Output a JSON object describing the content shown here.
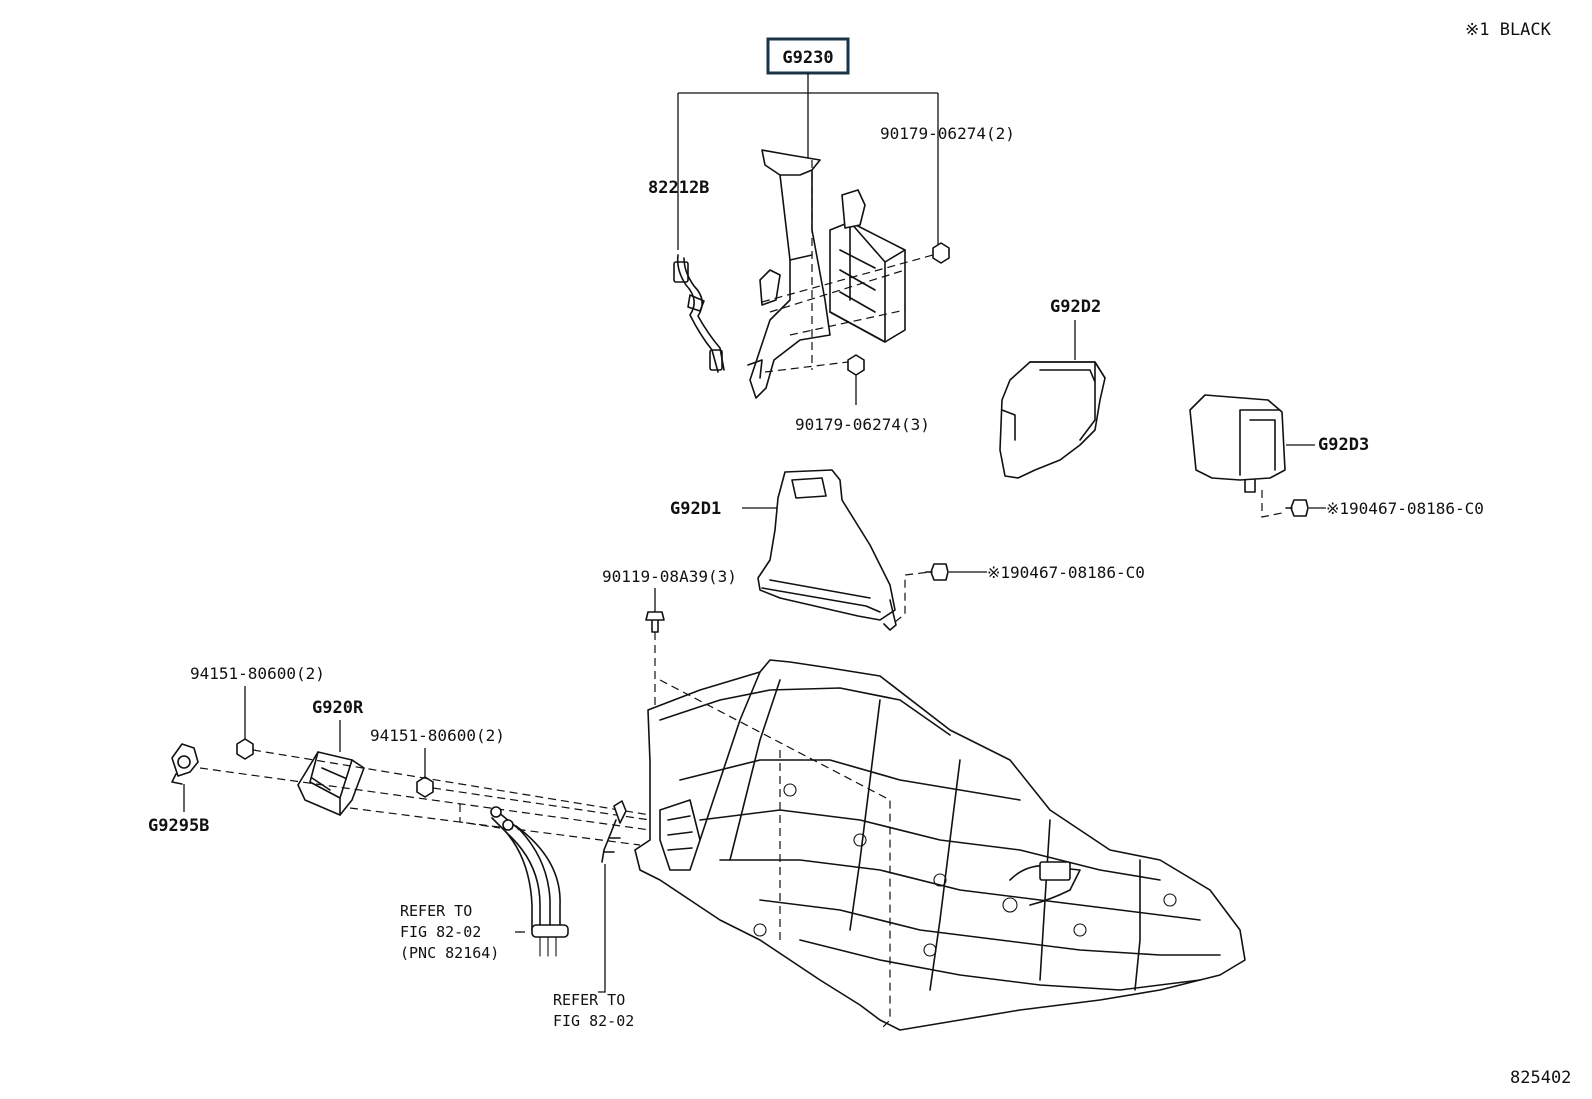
{
  "legend_note": "※1 BLACK",
  "illustration_id": "825402",
  "callouts": {
    "g9230": "G9230",
    "c82212b": "82212B",
    "nut_top": "90179-06274(2)",
    "nut_bottom": "90179-06274(3)",
    "g92d2": "G92D2",
    "g92d3": "G92D3",
    "clip_g92d3": "※190467-08186-C0",
    "g92d1": "G92D1",
    "clip_g92d1": "※190467-08186-C0",
    "bolt": "90119-08A39(3)",
    "nut_left": "94151-80600(2)",
    "g920r": "G920R",
    "nut_mid": "94151-80600(2)",
    "g9295b": "G9295B"
  },
  "refer_notes": {
    "left": [
      "REFER TO",
      "FIG 82-02",
      "(PNC 82164)"
    ],
    "bottom": [
      "REFER TO",
      "FIG 82-02"
    ]
  }
}
